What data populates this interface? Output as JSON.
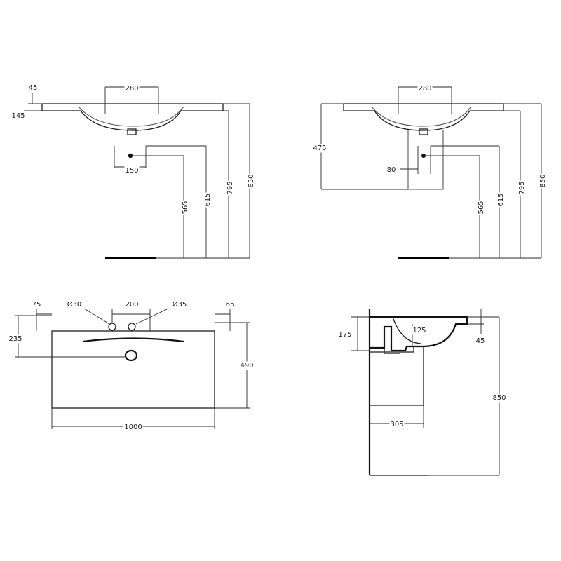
{
  "views": {
    "front_with_pedestal_free": {
      "labels": {
        "tap_spacing": "280",
        "rim_thickness": "45",
        "basin_depth": "145",
        "waste_spacing": "150",
        "waste_height": "565",
        "supply_height": "615",
        "basin_underside": "795",
        "overall_height": "850"
      }
    },
    "front_with_pedestal": {
      "labels": {
        "tap_spacing": "280",
        "pedestal_height": "475",
        "waste_offset": "80",
        "waste_height": "565",
        "supply_height": "615",
        "basin_underside": "795",
        "overall_height": "850"
      }
    },
    "plan": {
      "labels": {
        "left_hole_offset": "75",
        "left_hole_diameter": "Ø30",
        "hole_spacing": "200",
        "right_hole_diameter": "Ø35",
        "right_hole_offset": "65",
        "hole_row_depth": "235",
        "overall_depth": "490",
        "overall_width": "1000"
      }
    },
    "side": {
      "labels": {
        "bowl_depth": "175",
        "bowl_inner": "125",
        "rim_offset": "45",
        "projection": "305",
        "overall_height": "850"
      }
    }
  }
}
